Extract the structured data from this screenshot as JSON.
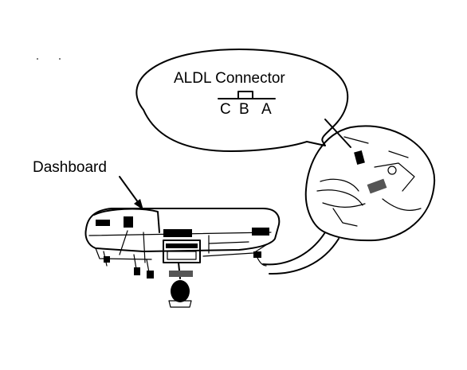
{
  "callout": {
    "title": "ALDL Connector",
    "pins": [
      "C",
      "B",
      "A"
    ]
  },
  "labels": {
    "dashboard": "Dashboard"
  },
  "colors": {
    "ink": "#000000",
    "paper": "#ffffff"
  }
}
